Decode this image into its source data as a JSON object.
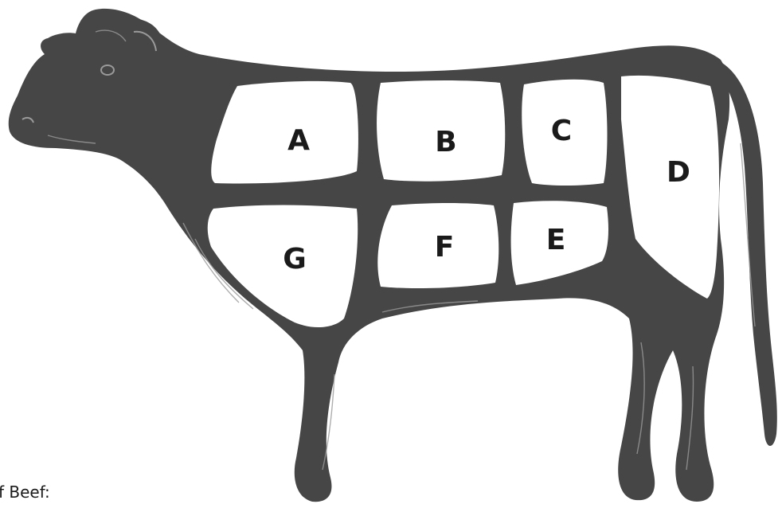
{
  "diagram": {
    "caption": "f Beef:",
    "colors": {
      "body": "#464646",
      "cut": "#ffffff",
      "hair": "#9a9a9a",
      "label": "#1a1a1a"
    },
    "cuts": [
      {
        "id": "A",
        "label": "A"
      },
      {
        "id": "B",
        "label": "B"
      },
      {
        "id": "C",
        "label": "C"
      },
      {
        "id": "D",
        "label": "D"
      },
      {
        "id": "E",
        "label": "E"
      },
      {
        "id": "F",
        "label": "F"
      },
      {
        "id": "G",
        "label": "G"
      }
    ]
  }
}
